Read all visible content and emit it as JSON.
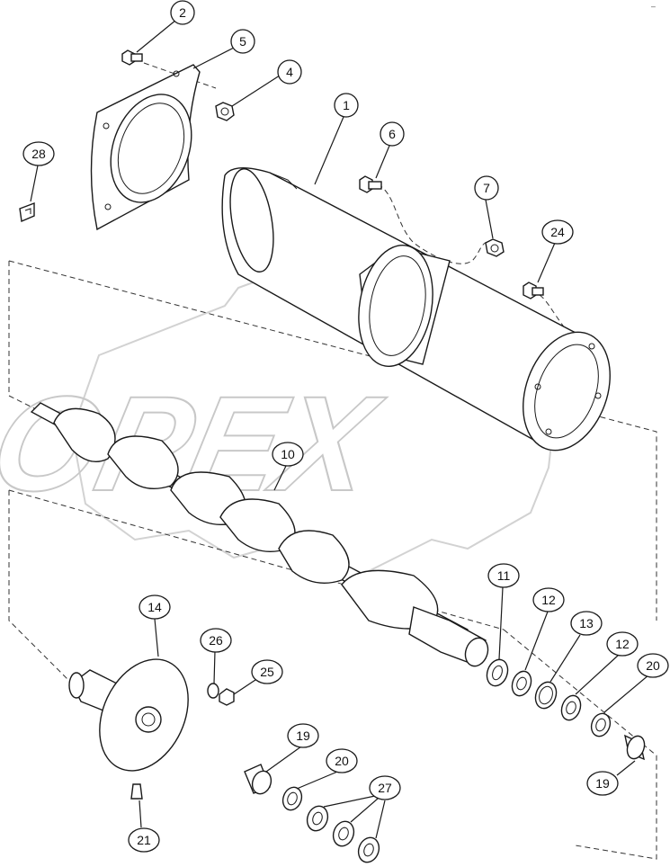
{
  "watermark": {
    "text": "OPEX"
  },
  "corner_mark": "—",
  "callouts": [
    {
      "id": "c2",
      "label": "2"
    },
    {
      "id": "c5",
      "label": "5"
    },
    {
      "id": "c4",
      "label": "4"
    },
    {
      "id": "c28",
      "label": "28"
    },
    {
      "id": "c1",
      "label": "1"
    },
    {
      "id": "c6",
      "label": "6"
    },
    {
      "id": "c7",
      "label": "7"
    },
    {
      "id": "c24",
      "label": "24"
    },
    {
      "id": "c10",
      "label": "10"
    },
    {
      "id": "c14",
      "label": "14"
    },
    {
      "id": "c26",
      "label": "26"
    },
    {
      "id": "c25",
      "label": "25"
    },
    {
      "id": "c11",
      "label": "11"
    },
    {
      "id": "c12a",
      "label": "12"
    },
    {
      "id": "c13",
      "label": "13"
    },
    {
      "id": "c12b",
      "label": "12"
    },
    {
      "id": "c20a",
      "label": "20"
    },
    {
      "id": "c19a",
      "label": "19"
    },
    {
      "id": "c20b",
      "label": "20"
    },
    {
      "id": "c27",
      "label": "27"
    },
    {
      "id": "c19b",
      "label": "19"
    },
    {
      "id": "c21",
      "label": "21"
    }
  ]
}
